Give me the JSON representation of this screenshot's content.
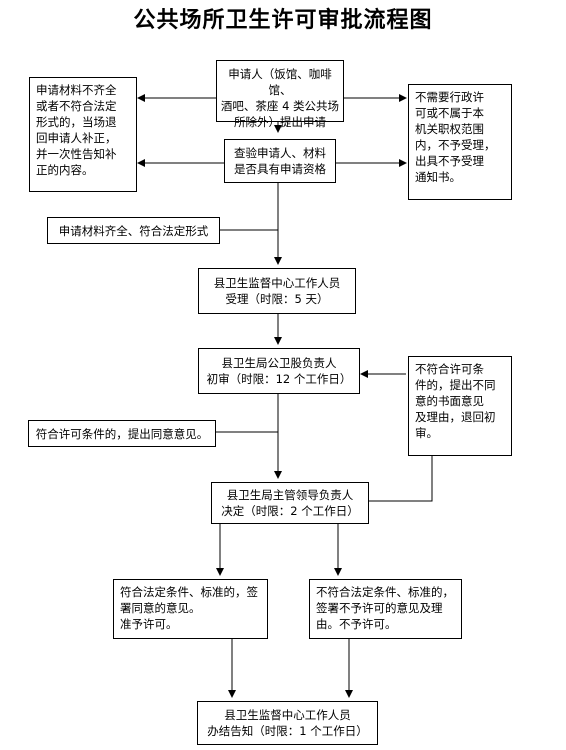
{
  "title": "公共场所卫生许可审批流程图",
  "nodes": {
    "apply": [
      "申请人（饭馆、咖啡馆、",
      "酒吧、茶座 4 类公共场",
      "所除外）提出申请"
    ],
    "incomplete": [
      "申请材料不齐全",
      "或者不符合法定",
      "形式的，当场退",
      "回申请人补正，",
      "并一次性告知补",
      "正的内容。"
    ],
    "not_required": [
      "不需要行政许",
      "可或不属于本",
      "机关职权范围",
      "内，不予受理，",
      "出具不予受理",
      "通知书。"
    ],
    "check": [
      "查验申请人、材料",
      "是否具有申请资格"
    ],
    "complete": "申请材料齐全、符合法定形式",
    "accept": [
      "县卫生监督中心工作人员",
      "受理（时限：5 天）"
    ],
    "first_review": [
      "县卫生局公卫股负责人",
      "初审（时限：12 个工作日）"
    ],
    "not_meet_return": [
      "不符合许可条",
      "件的，提出不同",
      "意的书面意见",
      "及理由，退回初",
      "审。"
    ],
    "meet_agree": "符合许可条件的，提出同意意见。",
    "decision": [
      "县卫生局主管领导负责人",
      "决定（时限：2 个工作日）"
    ],
    "grant": [
      "符合法定条件、标准的，签",
      "署同意的意见。",
      "准予许可。"
    ],
    "deny": [
      "不符合法定条件、标准的，",
      "签署不予许可的意见及理",
      "由。不予许可。"
    ],
    "notify": [
      "县卫生监督中心工作人员",
      "办结告知（时限：1 个工作日）"
    ]
  }
}
